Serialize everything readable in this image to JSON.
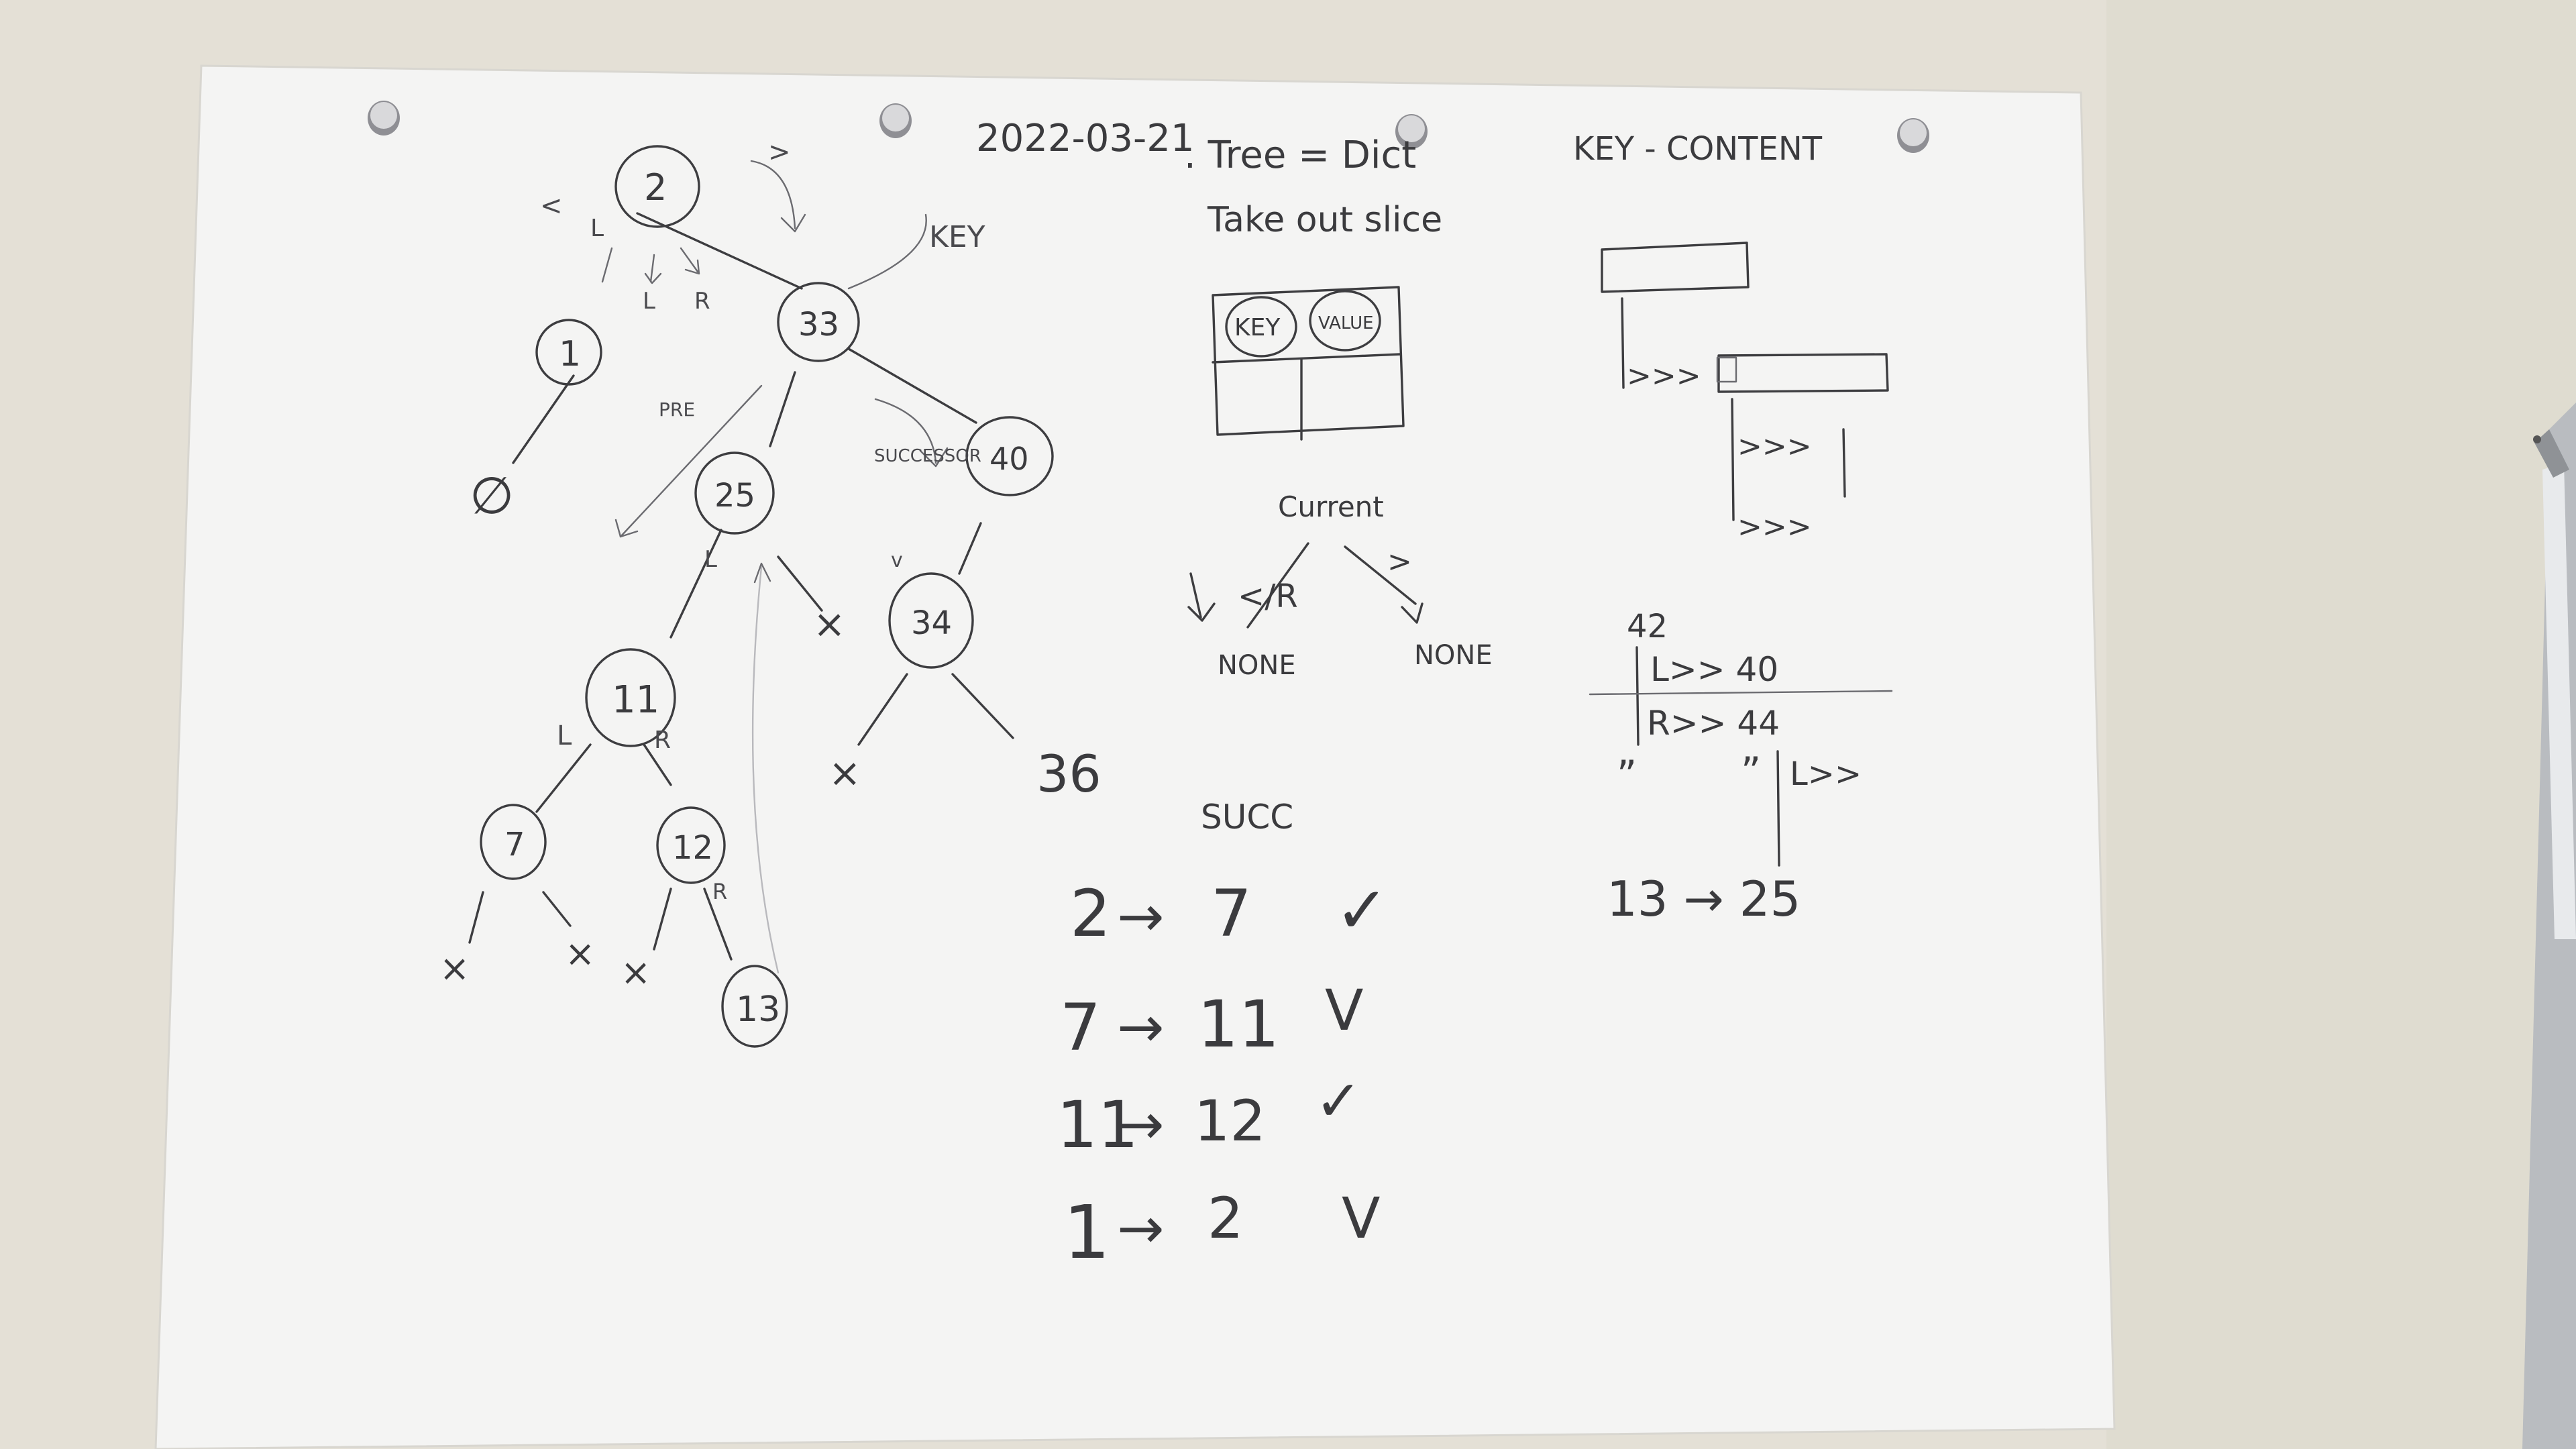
{
  "note": {
    "header": {
      "date": "2022-03-21",
      "title": ". Tree = Dict",
      "right": "KEY - CONTENT"
    },
    "tree": {
      "root": "2",
      "nodes": [
        "1",
        "33",
        "25",
        "40",
        "11",
        "34",
        "7",
        "12",
        "13"
      ],
      "leaf_36": "36",
      "empty": "∅",
      "none_mark": "×",
      "label_key": "KEY",
      "label_pre": "PRE",
      "label_succ": "SUCCESSOR",
      "label_L": "L",
      "label_R": "R",
      "label_gt": ">",
      "label_lt": "<",
      "label_v": "v"
    },
    "middle": {
      "take_out": "Take out slice",
      "key": "KEY",
      "value": "VALUE",
      "current": "Current",
      "cond": "</R",
      "gt": ">",
      "none_left": "NONE",
      "none_right": "NONE",
      "succ_title": "SUCC",
      "succ_rows": [
        {
          "from": "2",
          "to": "7",
          "check": "✓"
        },
        {
          "from": "7",
          "to": "11",
          "check": "V"
        },
        {
          "from": "11",
          "to": "12",
          "check": "✓"
        },
        {
          "from": "1",
          "to": "2",
          "check": "V"
        }
      ]
    },
    "right": {
      "arrows1": ">>>",
      "arrows2": ">>>",
      "arrows3": ">>>",
      "n42": "42",
      "row_l": "L>> 40",
      "row_r": "R>> 44",
      "ditto": "”",
      "ditto2": "”",
      "row_l2": "L>>",
      "map": "13 → 25"
    }
  }
}
